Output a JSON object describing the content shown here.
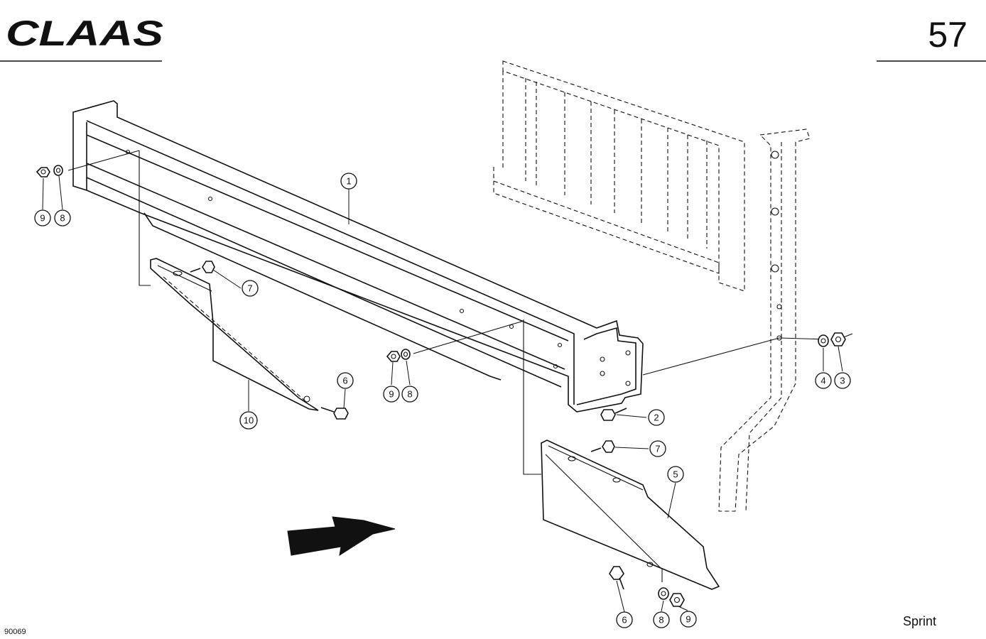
{
  "header": {
    "brand": "CLAAS",
    "page_number": "57"
  },
  "footer": {
    "drawing_code": "90069",
    "model": "Sprint"
  },
  "callouts": [
    {
      "id": "c1",
      "label": "1"
    },
    {
      "id": "c2",
      "label": "2"
    },
    {
      "id": "c3",
      "label": "3"
    },
    {
      "id": "c4",
      "label": "4"
    },
    {
      "id": "c5",
      "label": "5"
    },
    {
      "id": "c6a",
      "label": "6"
    },
    {
      "id": "c6b",
      "label": "6"
    },
    {
      "id": "c7a",
      "label": "7"
    },
    {
      "id": "c7b",
      "label": "7"
    },
    {
      "id": "c8a",
      "label": "8"
    },
    {
      "id": "c8b",
      "label": "8"
    },
    {
      "id": "c8c",
      "label": "8"
    },
    {
      "id": "c9a",
      "label": "9"
    },
    {
      "id": "c9b",
      "label": "9"
    },
    {
      "id": "c9c",
      "label": "9"
    },
    {
      "id": "c10",
      "label": "10"
    }
  ]
}
